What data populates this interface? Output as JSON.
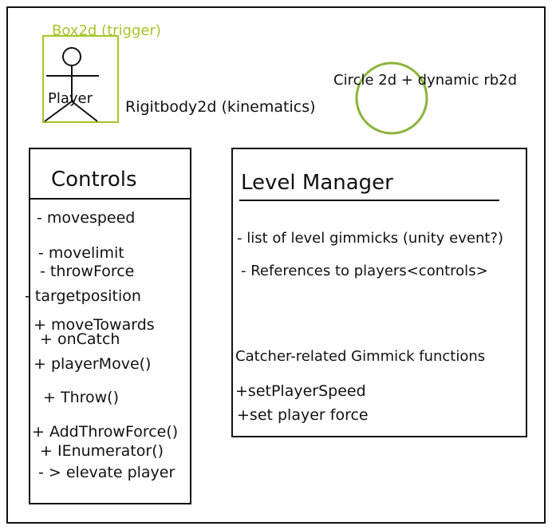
{
  "colors": {
    "ink": "#111111",
    "green": "#a6c42a",
    "circle": "#8bb43a"
  },
  "player": {
    "trigger_label": "Box2d (trigger)",
    "name": "Player",
    "body_label": "Rigitbody2d (kinematics)"
  },
  "circle": {
    "label": "Circle 2d + dynamic rb2d"
  },
  "controls": {
    "title": "Controls",
    "lines": [
      "- movespeed",
      "- movelimit",
      "- throwForce",
      "- targetposition",
      "+ moveTowards",
      "+ onCatch",
      "+ playerMove()",
      "+ Throw()",
      "+ AddThrowForce()",
      "+ IEnumerator()",
      "- > elevate player"
    ]
  },
  "level_manager": {
    "title": "Level Manager",
    "lines": [
      "- list of level gimmicks (unity event?)",
      "- References to players<controls>"
    ],
    "section_title": "Catcher-related Gimmick functions",
    "functions": [
      "+setPlayerSpeed",
      "+set player force"
    ]
  }
}
